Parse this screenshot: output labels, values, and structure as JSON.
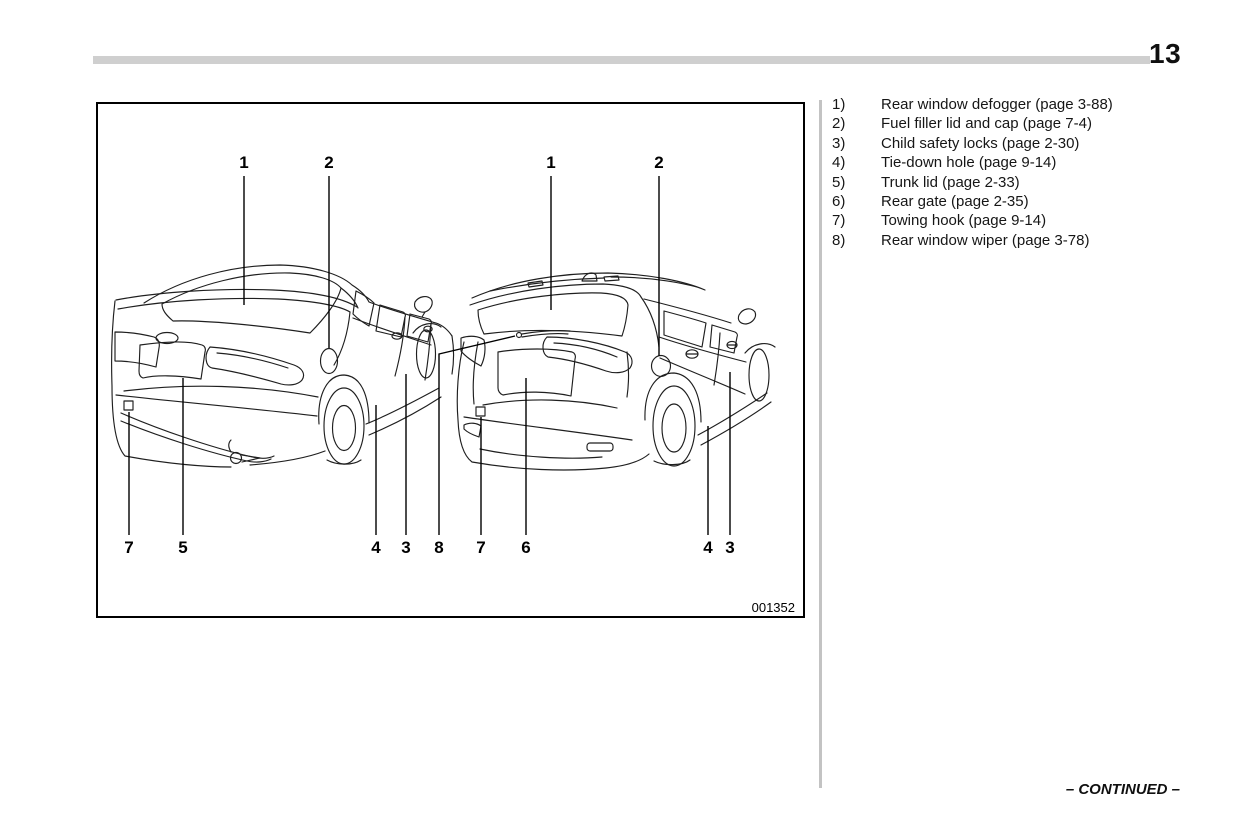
{
  "page": {
    "number": "13",
    "continued": "– CONTINUED –"
  },
  "figure": {
    "code": "001352",
    "sedan": {
      "top_labels": [
        "1",
        "2"
      ],
      "bottom_labels": [
        "7",
        "5",
        "4",
        "3"
      ]
    },
    "hatchback": {
      "top_labels": [
        "1",
        "2"
      ],
      "bottom_labels": [
        "8",
        "7",
        "6",
        "4",
        "3"
      ]
    }
  },
  "legend": {
    "items": [
      {
        "num": "1)",
        "label": "Rear window defogger (page 3-88)"
      },
      {
        "num": "2)",
        "label": "Fuel filler lid and cap (page 7-4)"
      },
      {
        "num": "3)",
        "label": "Child safety locks (page 2-30)"
      },
      {
        "num": "4)",
        "label": "Tie-down hole (page 9-14)"
      },
      {
        "num": "5)",
        "label": "Trunk lid (page 2-33)"
      },
      {
        "num": "6)",
        "label": "Rear gate (page 2-35)"
      },
      {
        "num": "7)",
        "label": "Towing hook (page 9-14)"
      },
      {
        "num": "8)",
        "label": "Rear window wiper (page 3-78)"
      }
    ]
  }
}
